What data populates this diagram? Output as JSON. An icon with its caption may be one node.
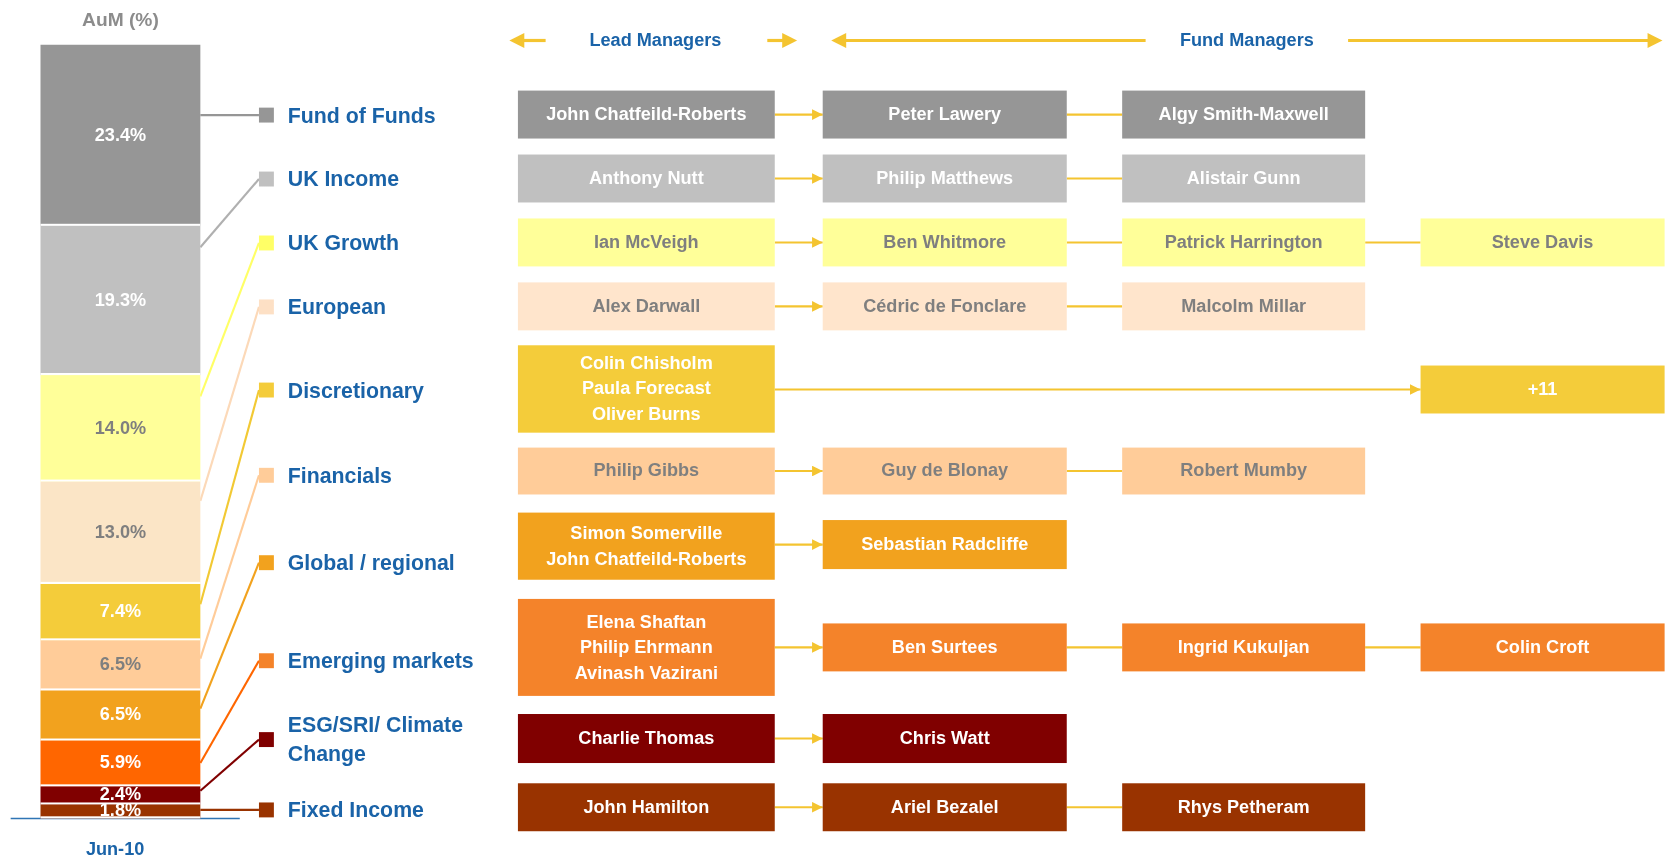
{
  "diagram": {
    "nodes": [
      {
        "text": [
          "23.4%"
        ]
      },
      {
        "text": [
          "19.3%"
        ]
      },
      {
        "text": [
          "14.0%"
        ]
      },
      {
        "text": [
          "13.0%"
        ]
      },
      {
        "text": [
          "7.4%"
        ]
      },
      {
        "text": [
          "6.5%"
        ]
      },
      {
        "text": [
          "6.5%"
        ]
      },
      {
        "text": [
          "5.9%"
        ]
      },
      {
        "text": [
          "2.4%"
        ]
      },
      {
        "text": [
          "1.8%"
        ]
      },
      {
        "text": [
          "Fund of Funds"
        ]
      },
      {
        "text": [
          "UK Income"
        ]
      },
      {
        "text": [
          "UK Growth"
        ]
      },
      {
        "text": [
          "European"
        ]
      },
      {
        "text": [
          "Discretionary"
        ]
      },
      {
        "text": [
          "Financials"
        ]
      },
      {
        "text": [
          "Global / regional"
        ]
      },
      {
        "text": [
          "Emerging markets"
        ]
      },
      {
        "text": [
          "ESG/SRI/ Climate Change"
        ]
      },
      {
        "text": [
          "Fixed Income"
        ]
      },
      {
        "text": [
          "John Chatfeild-Roberts"
        ]
      },
      {
        "text": [
          "Peter Lawery"
        ]
      },
      {
        "text": [
          "Algy Smith-Maxwell"
        ]
      },
      {
        "text": [
          "Anthony Nutt"
        ]
      },
      {
        "text": [
          "Philip Matthews"
        ]
      },
      {
        "text": [
          "Alistair Gunn"
        ]
      },
      {
        "text": [
          "Ian McVeigh"
        ]
      },
      {
        "text": [
          "Ben Whitmore"
        ]
      },
      {
        "text": [
          "Patrick Harrington"
        ]
      },
      {
        "text": [
          "Steve Davis"
        ]
      },
      {
        "text": [
          "Alex Darwall"
        ]
      },
      {
        "text": [
          "Cédric de Fonclare"
        ]
      },
      {
        "text": [
          "Malcolm Millar"
        ]
      },
      {
        "text": [
          "Colin Chisholm",
          "Paula Forecast",
          "Oliver Burns"
        ]
      },
      {
        "text": [
          "+11"
        ]
      },
      {
        "text": [
          "Philip Gibbs"
        ]
      },
      {
        "text": [
          "Guy de Blonay"
        ]
      },
      {
        "text": [
          "Robert Mumby"
        ]
      },
      {
        "text": [
          "Simon Somerville",
          "John Chatfeild-Roberts"
        ]
      },
      {
        "text": [
          "Sebastian Radcliffe"
        ]
      },
      {
        "text": [
          "Elena Shaftan",
          "Philip Ehrmann",
          "Avinash Vazirani"
        ]
      },
      {
        "text": [
          "Ben Surtees"
        ]
      },
      {
        "text": [
          "Ingrid Kukuljan"
        ]
      },
      {
        "text": [
          "Colin Croft"
        ]
      },
      {
        "text": [
          "Charlie Thomas"
        ]
      },
      {
        "text": [
          "Chris Watt"
        ]
      },
      {
        "text": [
          "John Hamilton"
        ]
      },
      {
        "text": [
          "Ariel Bezalel"
        ]
      },
      {
        "text": [
          "Rhys Petheram"
        ]
      }
    ],
    "edges": [
      {
        "from": 10,
        "to": 0,
        "arrow": "none",
        "color": "#969696"
      },
      {
        "from": 11,
        "to": 1,
        "arrow": "none",
        "color": "#b0b0b0"
      },
      {
        "from": 12,
        "to": 2,
        "arrow": "none",
        "color": "#ffff66"
      },
      {
        "from": 13,
        "to": 3,
        "arrow": "none",
        "color": "#fcd9b8"
      },
      {
        "from": 14,
        "to": 4,
        "arrow": "none",
        "color": "#f2c934"
      },
      {
        "from": 15,
        "to": 5,
        "arrow": "none",
        "color": "#ffcc99"
      },
      {
        "from": 16,
        "to": 6,
        "arrow": "none",
        "color": "#f2a21e"
      },
      {
        "from": 17,
        "to": 7,
        "arrow": "none",
        "color": "#ff6600"
      },
      {
        "from": 18,
        "to": 8,
        "arrow": "none",
        "color": "#800000"
      },
      {
        "from": 19,
        "to": 9,
        "arrow": "none",
        "color": "#993300"
      },
      {
        "from": 20,
        "to": 21,
        "arrow": "to"
      },
      {
        "from": 21,
        "to": 22,
        "arrow": "none"
      },
      {
        "from": 23,
        "to": 24,
        "arrow": "to"
      },
      {
        "from": 24,
        "to": 25,
        "arrow": "none"
      },
      {
        "from": 26,
        "to": 27,
        "arrow": "to"
      },
      {
        "from": 27,
        "to": 28,
        "arrow": "none"
      },
      {
        "from": 28,
        "to": 29,
        "arrow": "none"
      },
      {
        "from": 30,
        "to": 31,
        "arrow": "to"
      },
      {
        "from": 31,
        "to": 32,
        "arrow": "none"
      },
      {
        "from": 33,
        "to": 34,
        "arrow": "to"
      },
      {
        "from": 35,
        "to": 36,
        "arrow": "to"
      },
      {
        "from": 36,
        "to": 37,
        "arrow": "none"
      },
      {
        "from": 38,
        "to": 39,
        "arrow": "to"
      },
      {
        "from": 40,
        "to": 41,
        "arrow": "to"
      },
      {
        "from": 41,
        "to": 42,
        "arrow": "none"
      },
      {
        "from": 42,
        "to": 43,
        "arrow": "none"
      },
      {
        "from": 44,
        "to": 45,
        "arrow": "to"
      },
      {
        "from": 46,
        "to": 47,
        "arrow": "to"
      },
      {
        "from": 47,
        "to": 48,
        "arrow": "none"
      }
    ],
    "labels": [
      "AuM (%)",
      "Lead Managers",
      "Fund Managers",
      "Jun-10"
    ]
  }
}
